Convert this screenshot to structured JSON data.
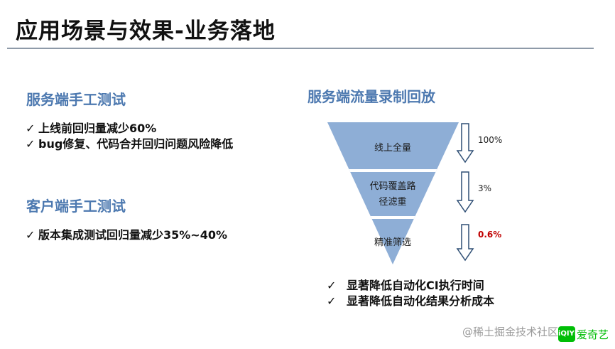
{
  "title": "应用场景与效果-业务落地",
  "left": {
    "section1": {
      "heading": "服务端手工测试",
      "items": [
        "上线前回归量减少60%",
        "bug修复、代码合并回归问题风险降低"
      ]
    },
    "section2": {
      "heading": "客户端手工测试",
      "items": [
        "版本集成测试回归量减少35%~40%"
      ]
    }
  },
  "right": {
    "heading": "服务端流量录制回放",
    "funnel": [
      {
        "label_lines": [
          "线上全量"
        ],
        "percent": "100%"
      },
      {
        "label_lines": [
          "代码覆盖路",
          "径滤重"
        ],
        "percent": "3%"
      },
      {
        "label_lines": [
          "精准筛选"
        ],
        "percent": "0.6%"
      }
    ],
    "outcomes": [
      "显著降低自动化CI执行时间",
      "显著降低自动化结果分析成本"
    ]
  },
  "check_mark": "✓",
  "watermark": "@稀土掘金技术社区",
  "logo": {
    "badge": "iQIYI",
    "text": "爱奇艺",
    "color": "#00be06"
  },
  "colors": {
    "funnel_fill": "#8eaed6",
    "funnel_stroke": "#ffffff",
    "arrow_stroke": "#2f4f75",
    "heading": "#4d79b0",
    "highlight": "#c00000"
  }
}
